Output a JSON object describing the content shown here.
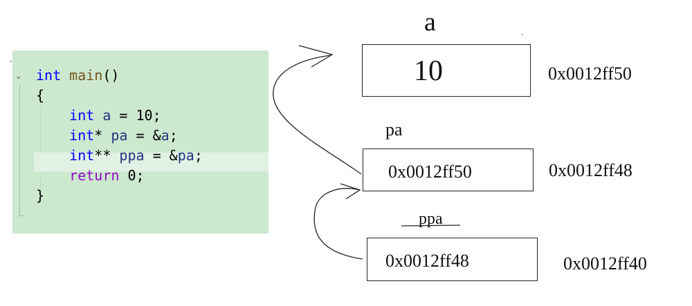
{
  "code": {
    "lines": [
      [
        {
          "t": "int",
          "c": "kw"
        },
        {
          "t": " ",
          "c": "txt"
        },
        {
          "t": "main",
          "c": "fn"
        },
        {
          "t": "()",
          "c": "txt"
        }
      ],
      [
        {
          "t": "{",
          "c": "txt"
        }
      ],
      [
        {
          "t": "    ",
          "c": "txt"
        },
        {
          "t": "int",
          "c": "kw"
        },
        {
          "t": " ",
          "c": "txt"
        },
        {
          "t": "a",
          "c": "var"
        },
        {
          "t": " = 10;",
          "c": "txt"
        }
      ],
      [
        {
          "t": "    ",
          "c": "txt"
        },
        {
          "t": "int",
          "c": "kw"
        },
        {
          "t": "* ",
          "c": "txt"
        },
        {
          "t": "pa",
          "c": "var"
        },
        {
          "t": " = &",
          "c": "txt"
        },
        {
          "t": "a",
          "c": "var"
        },
        {
          "t": ";",
          "c": "txt"
        }
      ],
      [
        {
          "t": "    ",
          "c": "txt"
        },
        {
          "t": "int",
          "c": "kw"
        },
        {
          "t": "** ",
          "c": "txt"
        },
        {
          "t": "ppa",
          "c": "var"
        },
        {
          "t": " = &",
          "c": "txt"
        },
        {
          "t": "pa",
          "c": "var"
        },
        {
          "t": ";",
          "c": "txt"
        }
      ],
      [
        {
          "t": "    ",
          "c": "txt"
        },
        {
          "t": "return",
          "c": "kw2"
        },
        {
          "t": " 0;",
          "c": "txt"
        }
      ],
      [
        {
          "t": "}",
          "c": "txt"
        }
      ]
    ],
    "fold_icon": "chevron-down-icon"
  },
  "variables": {
    "a": {
      "name": "a",
      "value": "10",
      "address": "0x0012ff50"
    },
    "pa": {
      "name": "pa",
      "value": "0x0012ff50",
      "address": "0x0012ff48"
    },
    "ppa": {
      "name": "ppa",
      "value": "0x0012ff48",
      "address": "0x0012ff40",
      "name_struck": true
    }
  },
  "colors": {
    "editor_bg": "#cce8cf",
    "keyword": "#0000ff",
    "return_keyword": "#8f08c4",
    "function": "#74531f",
    "variable": "#1f377f"
  }
}
